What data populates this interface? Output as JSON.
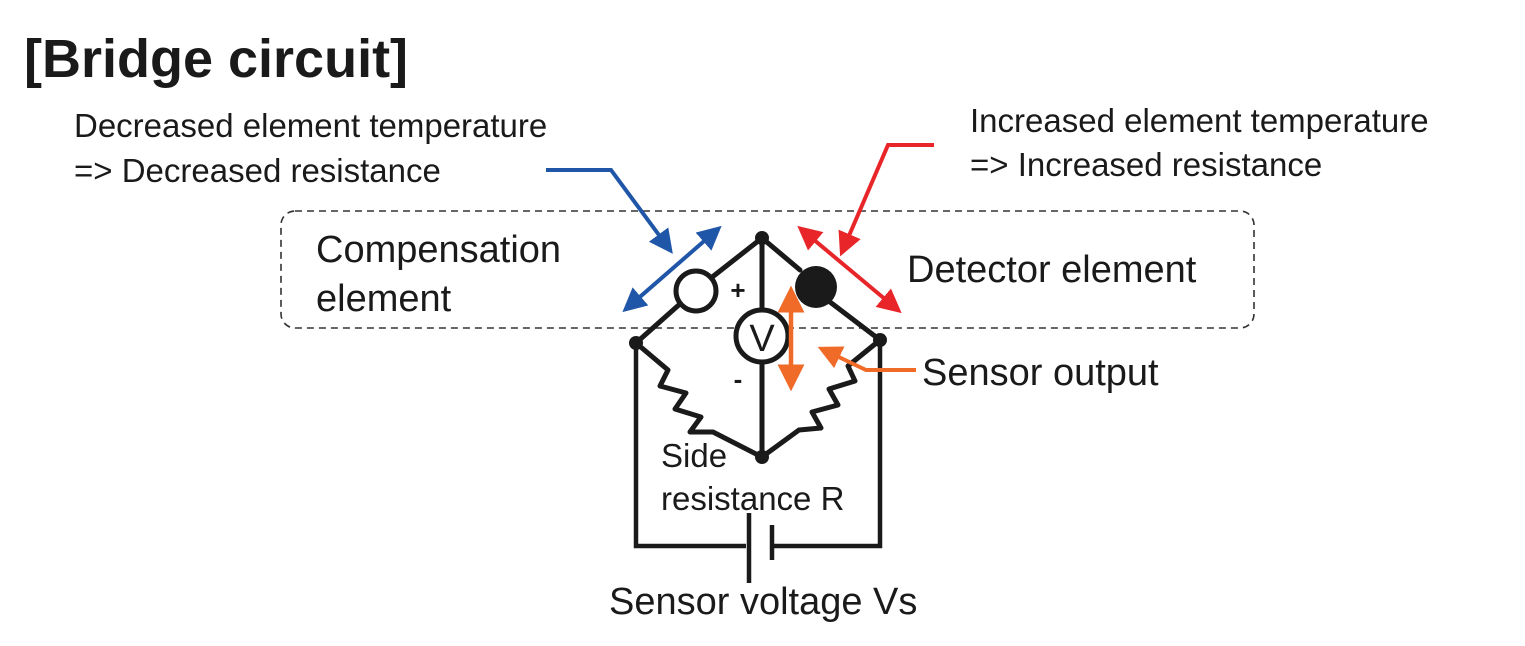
{
  "title": "[Bridge circuit]",
  "annotations": {
    "decrease": {
      "line1": "Decreased element temperature",
      "line2": "=> Decreased resistance",
      "color": "#1f56a8"
    },
    "increase": {
      "line1": "Increased element temperature",
      "line2": "=> Increased resistance",
      "color": "#e8262a"
    },
    "sensor_output": {
      "label": "Sensor output",
      "color": "#f06a28"
    }
  },
  "elements": {
    "compensation": {
      "line1": "Compensation",
      "line2": "element"
    },
    "detector": {
      "label": "Detector element"
    },
    "voltmeter": {
      "symbol": "V",
      "plus": "+",
      "minus": "-"
    },
    "side_resistance": {
      "line1": "Side",
      "line2": "resistance R"
    },
    "sensor_voltage": {
      "label": "Sensor voltage Vs"
    }
  }
}
